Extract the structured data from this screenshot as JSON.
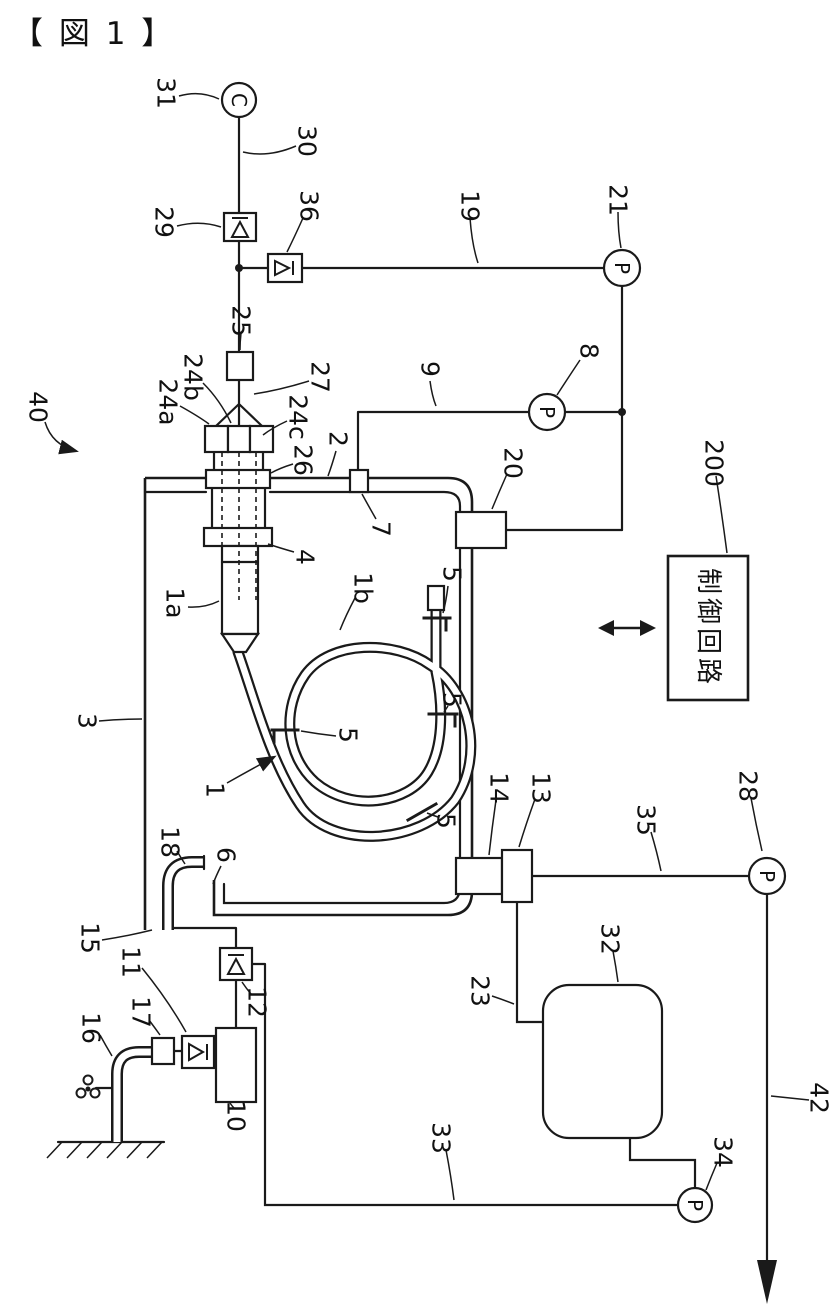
{
  "figure": {
    "title": "【 図 1 】"
  },
  "control_circuit": {
    "label": "制御回路"
  },
  "gauge_symbols": {
    "compressor": "C",
    "pressure": "P"
  },
  "callouts": {
    "n1": "1",
    "n1a": "1a",
    "n1b": "1b",
    "n2": "2",
    "n3": "3",
    "n4": "4",
    "n5a": "5",
    "n5b": "5",
    "n5c": "5",
    "n5d": "5",
    "n6": "6",
    "n7": "7",
    "n8": "8",
    "n9": "9",
    "n10": "10",
    "n11": "11",
    "n12": "12",
    "n13": "13",
    "n14": "14",
    "n15": "15",
    "n16": "16",
    "n17": "17",
    "n18": "18",
    "n19": "19",
    "n20": "20",
    "n21": "21",
    "n23": "23",
    "n24a": "24a",
    "n24b": "24b",
    "n24c": "24c",
    "n25": "25",
    "n26": "26",
    "n27": "27",
    "n28": "28",
    "n29": "29",
    "n30": "30",
    "n31": "31",
    "n32": "32",
    "n33": "33",
    "n34": "34",
    "n35": "35",
    "n36": "36",
    "n40": "40",
    "n42": "42",
    "n200": "200"
  }
}
